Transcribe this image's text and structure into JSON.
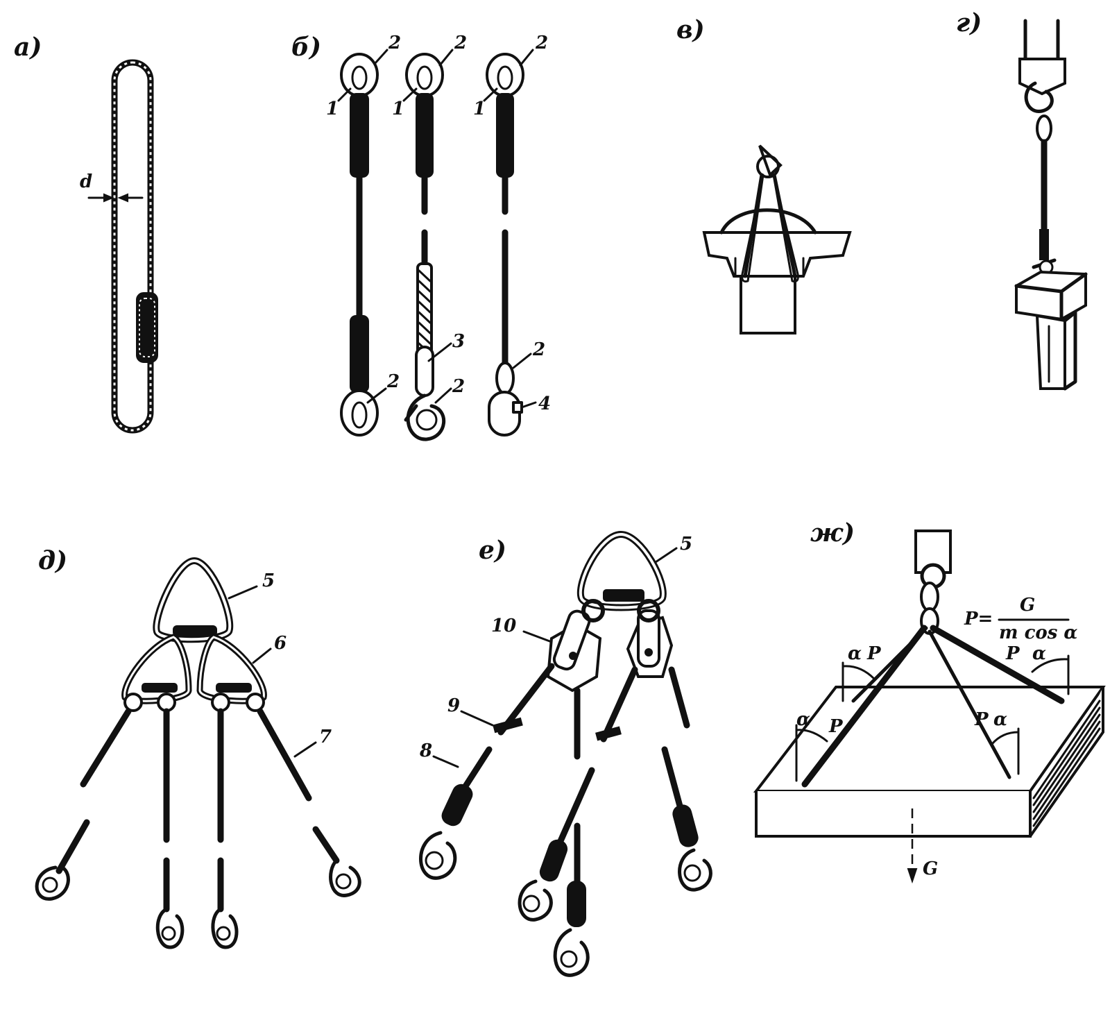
{
  "panels": {
    "a": {
      "label": "а)",
      "dim": "d"
    },
    "b": {
      "label": "б)",
      "numbers": [
        "2",
        "1",
        "2",
        "1",
        "2",
        "1",
        "2",
        "2",
        "3",
        "2",
        "4"
      ]
    },
    "v": {
      "label": "в)"
    },
    "g": {
      "label": "г)"
    },
    "d": {
      "label": "д)",
      "numbers": [
        "5",
        "6",
        "7"
      ]
    },
    "e": {
      "label": "е)",
      "numbers": [
        "5",
        "10",
        "9",
        "8"
      ]
    },
    "zh": {
      "label": "ж)",
      "formula_lhs": "P=",
      "formula_num": "G",
      "formula_den": "m cos α",
      "force": "P",
      "angle": "α",
      "weight": "G"
    }
  }
}
